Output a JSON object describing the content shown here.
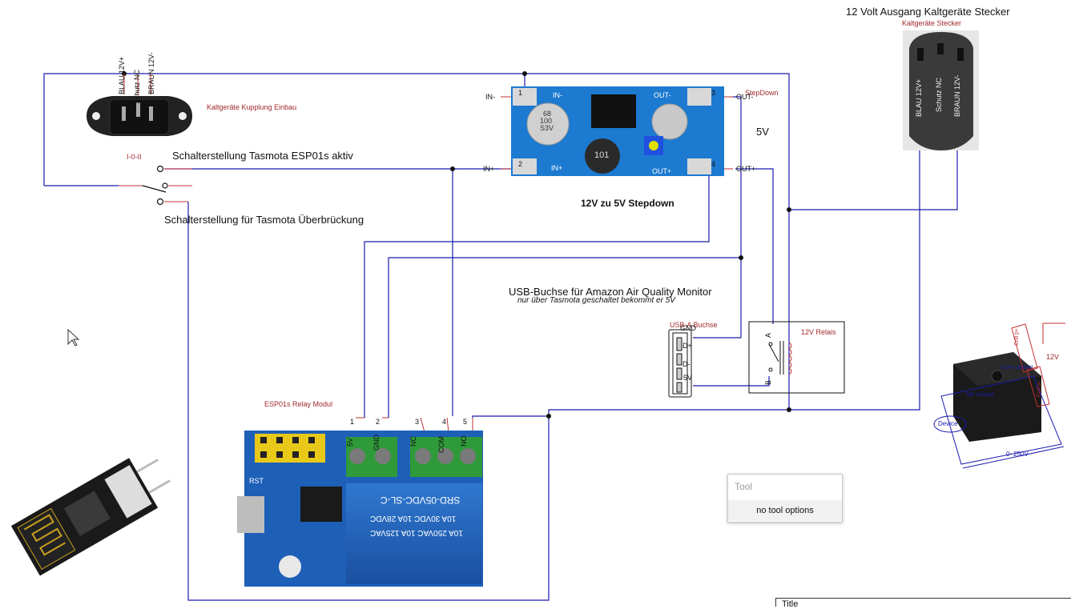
{
  "labels": {
    "output_title": "12 Volt Ausgang Kaltgeräte Stecker",
    "output_sub": "Kaltgeräte Stecker",
    "inlet_label": "Kaltgeräte Kupplung Einbau",
    "switch_label": "I-0-II",
    "switch_pos1": "Schalterstellung Tasmota ESP01s aktiv",
    "switch_pos2": "Schalterstellung für Tasmota Überbrückung",
    "stepdown_label": "StepDown",
    "stepdown_title": "12V zu 5V Stepdown",
    "five_v": "5V",
    "usb_title": "USB-Buchse für Amazon Air Quality Monitor",
    "usb_subtitle": "nur über Tasmota geschaltet bekommt er 5V",
    "usb_label": "USB-A Buchse",
    "relay_label": "12V Relais",
    "esp_label": "ESP01s Relay Modul"
  },
  "inlet_pins": [
    "BLAU 12V+",
    "Schutz NC",
    "BRAUN 12V-"
  ],
  "plug_pins": [
    "BLAU 12V+",
    "Schutz NC",
    "BRAUN 12V-"
  ],
  "stepdown_pins": {
    "in_minus": "IN-",
    "in_plus": "IN+",
    "out_minus": "OUT-",
    "out_plus": "OUT+",
    "n1": "1",
    "n2": "2",
    "n3": "3",
    "n4": "4",
    "board_in_minus": "IN-",
    "board_in_plus": "IN+",
    "board_out_minus": "OUT-",
    "board_out_plus": "OUT+",
    "cap1": [
      "68",
      "100",
      "S3V"
    ],
    "inductor": "101"
  },
  "usb_pins": {
    "gnd": "GND",
    "dplus": "D+",
    "dminus": "D-",
    "v5": "5V"
  },
  "relay_pins": {
    "a": "A",
    "b": "B"
  },
  "esp_pins": {
    "numbers": [
      "1",
      "2",
      "3",
      "4",
      "5"
    ],
    "names": [
      "5V",
      "GND",
      "NC",
      "COM",
      "NO"
    ],
    "rst": "RST"
  },
  "relay_block": {
    "model": "SRD-05VDC-SL-C",
    "rating1": "10A 250VAC  10A 125VAC",
    "rating2": "10A  30VDC  10A 28VDC"
  },
  "relay_photo": {
    "v12": "12V",
    "device": "Device",
    "coil_plus": "Coil p+",
    "coil_minus": "Coil p-",
    "com": "Com contact",
    "nc": "NO contact",
    "range": "0~250V"
  },
  "tool": {
    "title": "Tool",
    "option": "no tool options"
  },
  "title_block": {
    "label": "Title"
  },
  "colors": {
    "wire": "#1b1bb0",
    "accent_red": "#a0282a",
    "module_blue": "#1f6fc8",
    "terminal_green": "#2f9a3a"
  }
}
